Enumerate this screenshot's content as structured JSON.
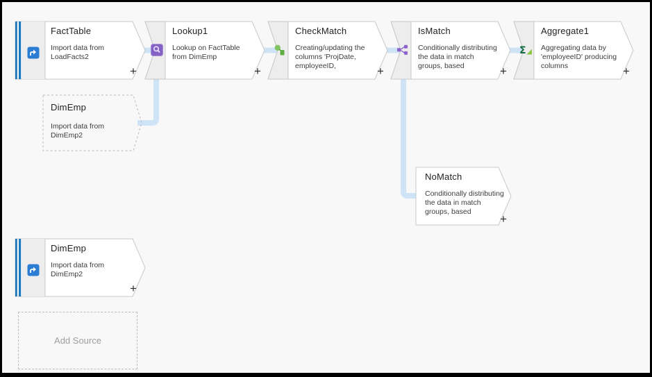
{
  "ui": {
    "plus_label": "+"
  },
  "colors": {
    "canvas_bg": "#f8f8f8",
    "frame_border": "#000000",
    "node_border": "#c8c8c8",
    "icon_strip": "#ededed",
    "source_bars_blue": "#1b79c0",
    "connector_blue": "#cfe3f6",
    "source_icon_blue": "#2b7cd3",
    "lookup_purple": "#8661c5",
    "derived_green": "#5fae3f",
    "split_purple": "#8a63cc",
    "aggregate_green": "#156b42"
  },
  "nodes": [
    {
      "title": "FactTable",
      "desc": "Import data from LoadFacts2",
      "type": "source",
      "icon": "source-icon"
    },
    {
      "title": "Lookup1",
      "desc": "Lookup on FactTable from DimEmp",
      "type": "transform",
      "icon": "lookup-icon"
    },
    {
      "title": "CheckMatch",
      "desc": "Creating/updating the columns 'ProjDate, employeeID,",
      "type": "transform",
      "icon": "derived-column-icon"
    },
    {
      "title": "IsMatch",
      "desc": "Conditionally distributing the data in match groups, based",
      "type": "transform",
      "icon": "conditional-split-icon"
    },
    {
      "title": "Aggregate1",
      "desc": "Aggregating data by 'employeeID' producing columns",
      "type": "transform",
      "icon": "aggregate-icon"
    },
    {
      "title": "DimEmp",
      "desc": "Import data from DimEmp2",
      "type": "ghost-reference"
    },
    {
      "title": "NoMatch",
      "desc": "Conditionally distributing the data in match groups, based",
      "type": "split-output"
    },
    {
      "title": "DimEmp",
      "desc": "Import data from DimEmp2",
      "type": "source",
      "icon": "source-icon"
    },
    {
      "title": "Add Source",
      "desc": "",
      "type": "placeholder"
    }
  ]
}
